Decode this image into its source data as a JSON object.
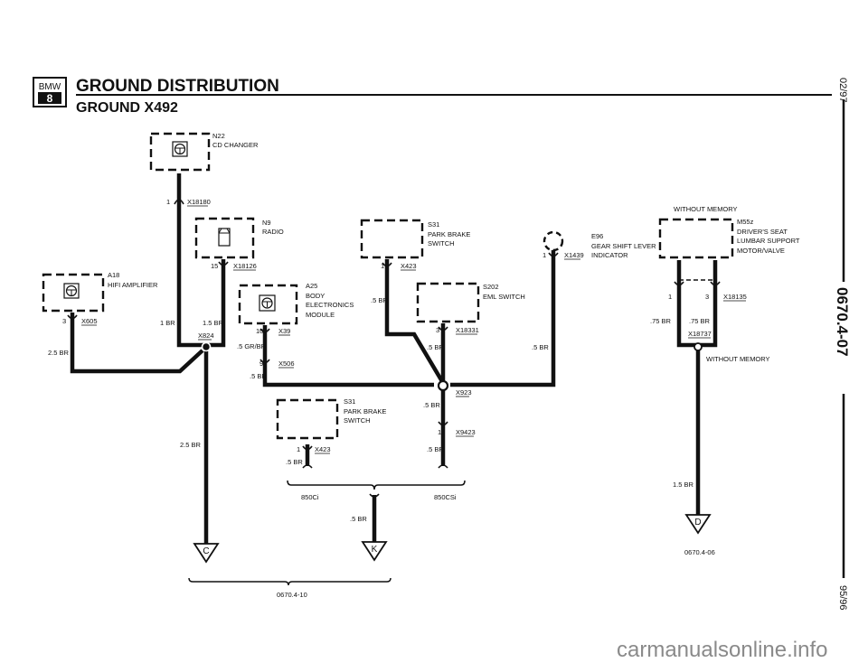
{
  "header": {
    "logo_text": "BMW",
    "logo_series": "8",
    "title": "GROUND DISTRIBUTION",
    "subtitle": "GROUND X492"
  },
  "side_strip": {
    "date_top": "02/97",
    "page_code": "0670.4-07",
    "date_bottom": "95/96"
  },
  "components": {
    "n22": {
      "id": "N22",
      "name": "CD CHANGER",
      "pin": "1",
      "connector": "X18180",
      "icon": "speaker-icon"
    },
    "n9": {
      "id": "N9",
      "name": "RADIO",
      "pin": "15",
      "connector": "X18126",
      "icon": "radio-icon"
    },
    "a18": {
      "id": "A18",
      "name": "HIFI AMPLIFIER",
      "pin": "3",
      "connector": "X605",
      "wire": "2.5 BR",
      "icon": "speaker-icon"
    },
    "a25": {
      "id": "A25",
      "name_lines": [
        "BODY",
        "ELECTRONICS",
        "MODULE"
      ],
      "pin": "10",
      "connector": "X39",
      "wire": ".5 GR/BR",
      "pin2": "9",
      "connector2": "X506",
      "wire2": ".5 BR",
      "icon": "speaker-icon"
    },
    "s31_top": {
      "id": "S31",
      "name_lines": [
        "PARK BRAKE",
        "SWITCH"
      ],
      "pin": "1",
      "connector": "X423",
      "wire": ".5 BR"
    },
    "s202": {
      "id": "S202",
      "name": "EML SWITCH",
      "pin": "3",
      "connector": "X18331",
      "wire": ".5 BR"
    },
    "e96": {
      "id": "E96",
      "name_lines": [
        "GEAR SHIFT LEVER",
        "INDICATOR"
      ],
      "pin": "1",
      "connector": "X1439",
      "wire": ".5 BR"
    },
    "m55z": {
      "note": "WITHOUT MEMORY",
      "id": "M55z",
      "name_lines": [
        "DRIVER'S SEAT",
        "LUMBAR SUPPORT",
        "MOTOR/VALVE"
      ],
      "pin_a": "1",
      "pin_b": "3",
      "connector": "X18135",
      "wire_a": ".75 BR",
      "wire_b": ".75 BR",
      "splice": "X18737",
      "note_bottom": "WITHOUT MEMORY",
      "wire_out": "1.5 BR"
    },
    "s31_bottom": {
      "id": "S31",
      "name_lines": [
        "PARK BRAKE",
        "SWITCH"
      ],
      "pin": "1",
      "connector": "X423",
      "wire": ".5 BR"
    }
  },
  "wires": {
    "x824_left": "1 BR",
    "x824_right": "1.5 BR",
    "x824_splice": "X824",
    "x824_down": "2.5 BR",
    "x923_splice": "X923",
    "x923_down": ".5 BR",
    "x9423_pin": "1",
    "x9423": "X9423",
    "x9423_down": ".5 BR",
    "variant_left": "850Ci",
    "variant_right": "850CSi",
    "merged": ".5 BR"
  },
  "grounds": {
    "c": {
      "letter": "C"
    },
    "k": {
      "letter": "K"
    },
    "d": {
      "letter": "D",
      "ref": "0670.4-06"
    },
    "ck_ref": "0670.4-10"
  },
  "watermark": "carmanualsonline.info"
}
